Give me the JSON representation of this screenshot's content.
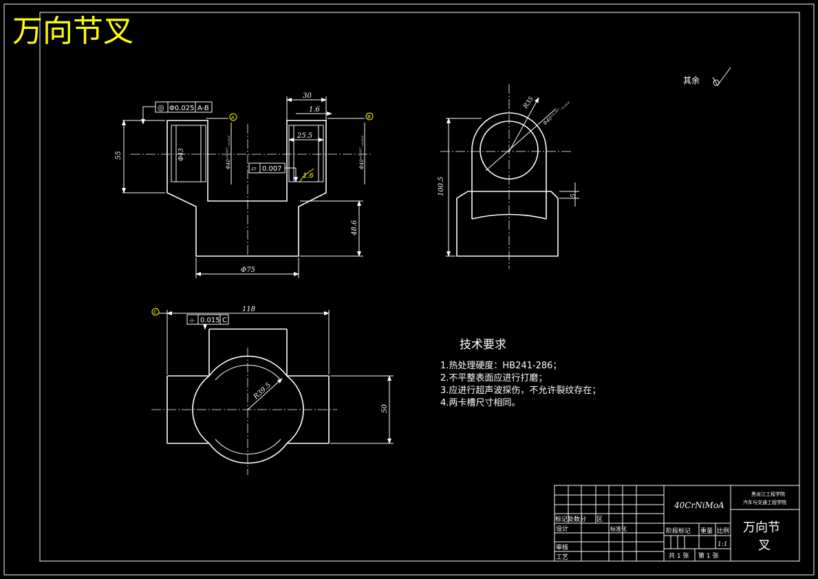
{
  "title": "万向节叉",
  "roughness_note": "其余",
  "front_view": {
    "tolerance_frame": {
      "symbol": "◎",
      "value": "Φ0.025",
      "datum": "A-B"
    },
    "flatness_frame": {
      "symbol": "⏥",
      "value": "0.007"
    },
    "dims": {
      "height_55": "55",
      "slot_width_30": "30",
      "offset_1_6": "1.6",
      "width_25_5": "25.5",
      "bore_phi43": "Φ43",
      "fit_left": "Φ40⁺⁰·⁰²⁷₋₀.₀₁₃",
      "fit_right": "Φ40⁺⁰·⁰²⁷₋₀.₀₁₃",
      "base_dia": "Φ75",
      "base_height": "48.6",
      "roughness_val": "1.6"
    },
    "datum_labels": {
      "a": "A",
      "b": "B"
    }
  },
  "side_view": {
    "dims": {
      "r35": "R35",
      "bore": "Φ40⁺⁰·⁰²⁷₋₀.₀₁₃",
      "height": "100.5",
      "step": "5"
    }
  },
  "top_view": {
    "tolerance_frame": {
      "symbol": "⌯",
      "value": "0.015",
      "datum": "C"
    },
    "dims": {
      "length": "118",
      "radius": "R39.5",
      "height": "50"
    },
    "datum_label": "C"
  },
  "tech_requirements": {
    "heading": "技术要求",
    "items": [
      "1.热处理硬度：HB241-286；",
      "2.不平整表面应进行打磨；",
      "3.应进行超声波探伤，不允许裂纹存在；",
      "4.两卡槽尺寸相同。"
    ]
  },
  "title_block": {
    "material": "40CrNiMoA",
    "school_line1": "黑龙江工程学院",
    "school_line2": "汽车与交通工程学院",
    "part_name": "万向节叉",
    "row_mark": "标记处数分",
    "row_zone": "区",
    "design": "设计",
    "approve": "标准化",
    "review": "审核",
    "process": "工艺",
    "stage_mark": "阶段标记",
    "weight": "重量",
    "scale_label": "比例",
    "scale_value": "1:1",
    "sheets_total": "共 1 张",
    "sheet_no": "第 1 张"
  }
}
